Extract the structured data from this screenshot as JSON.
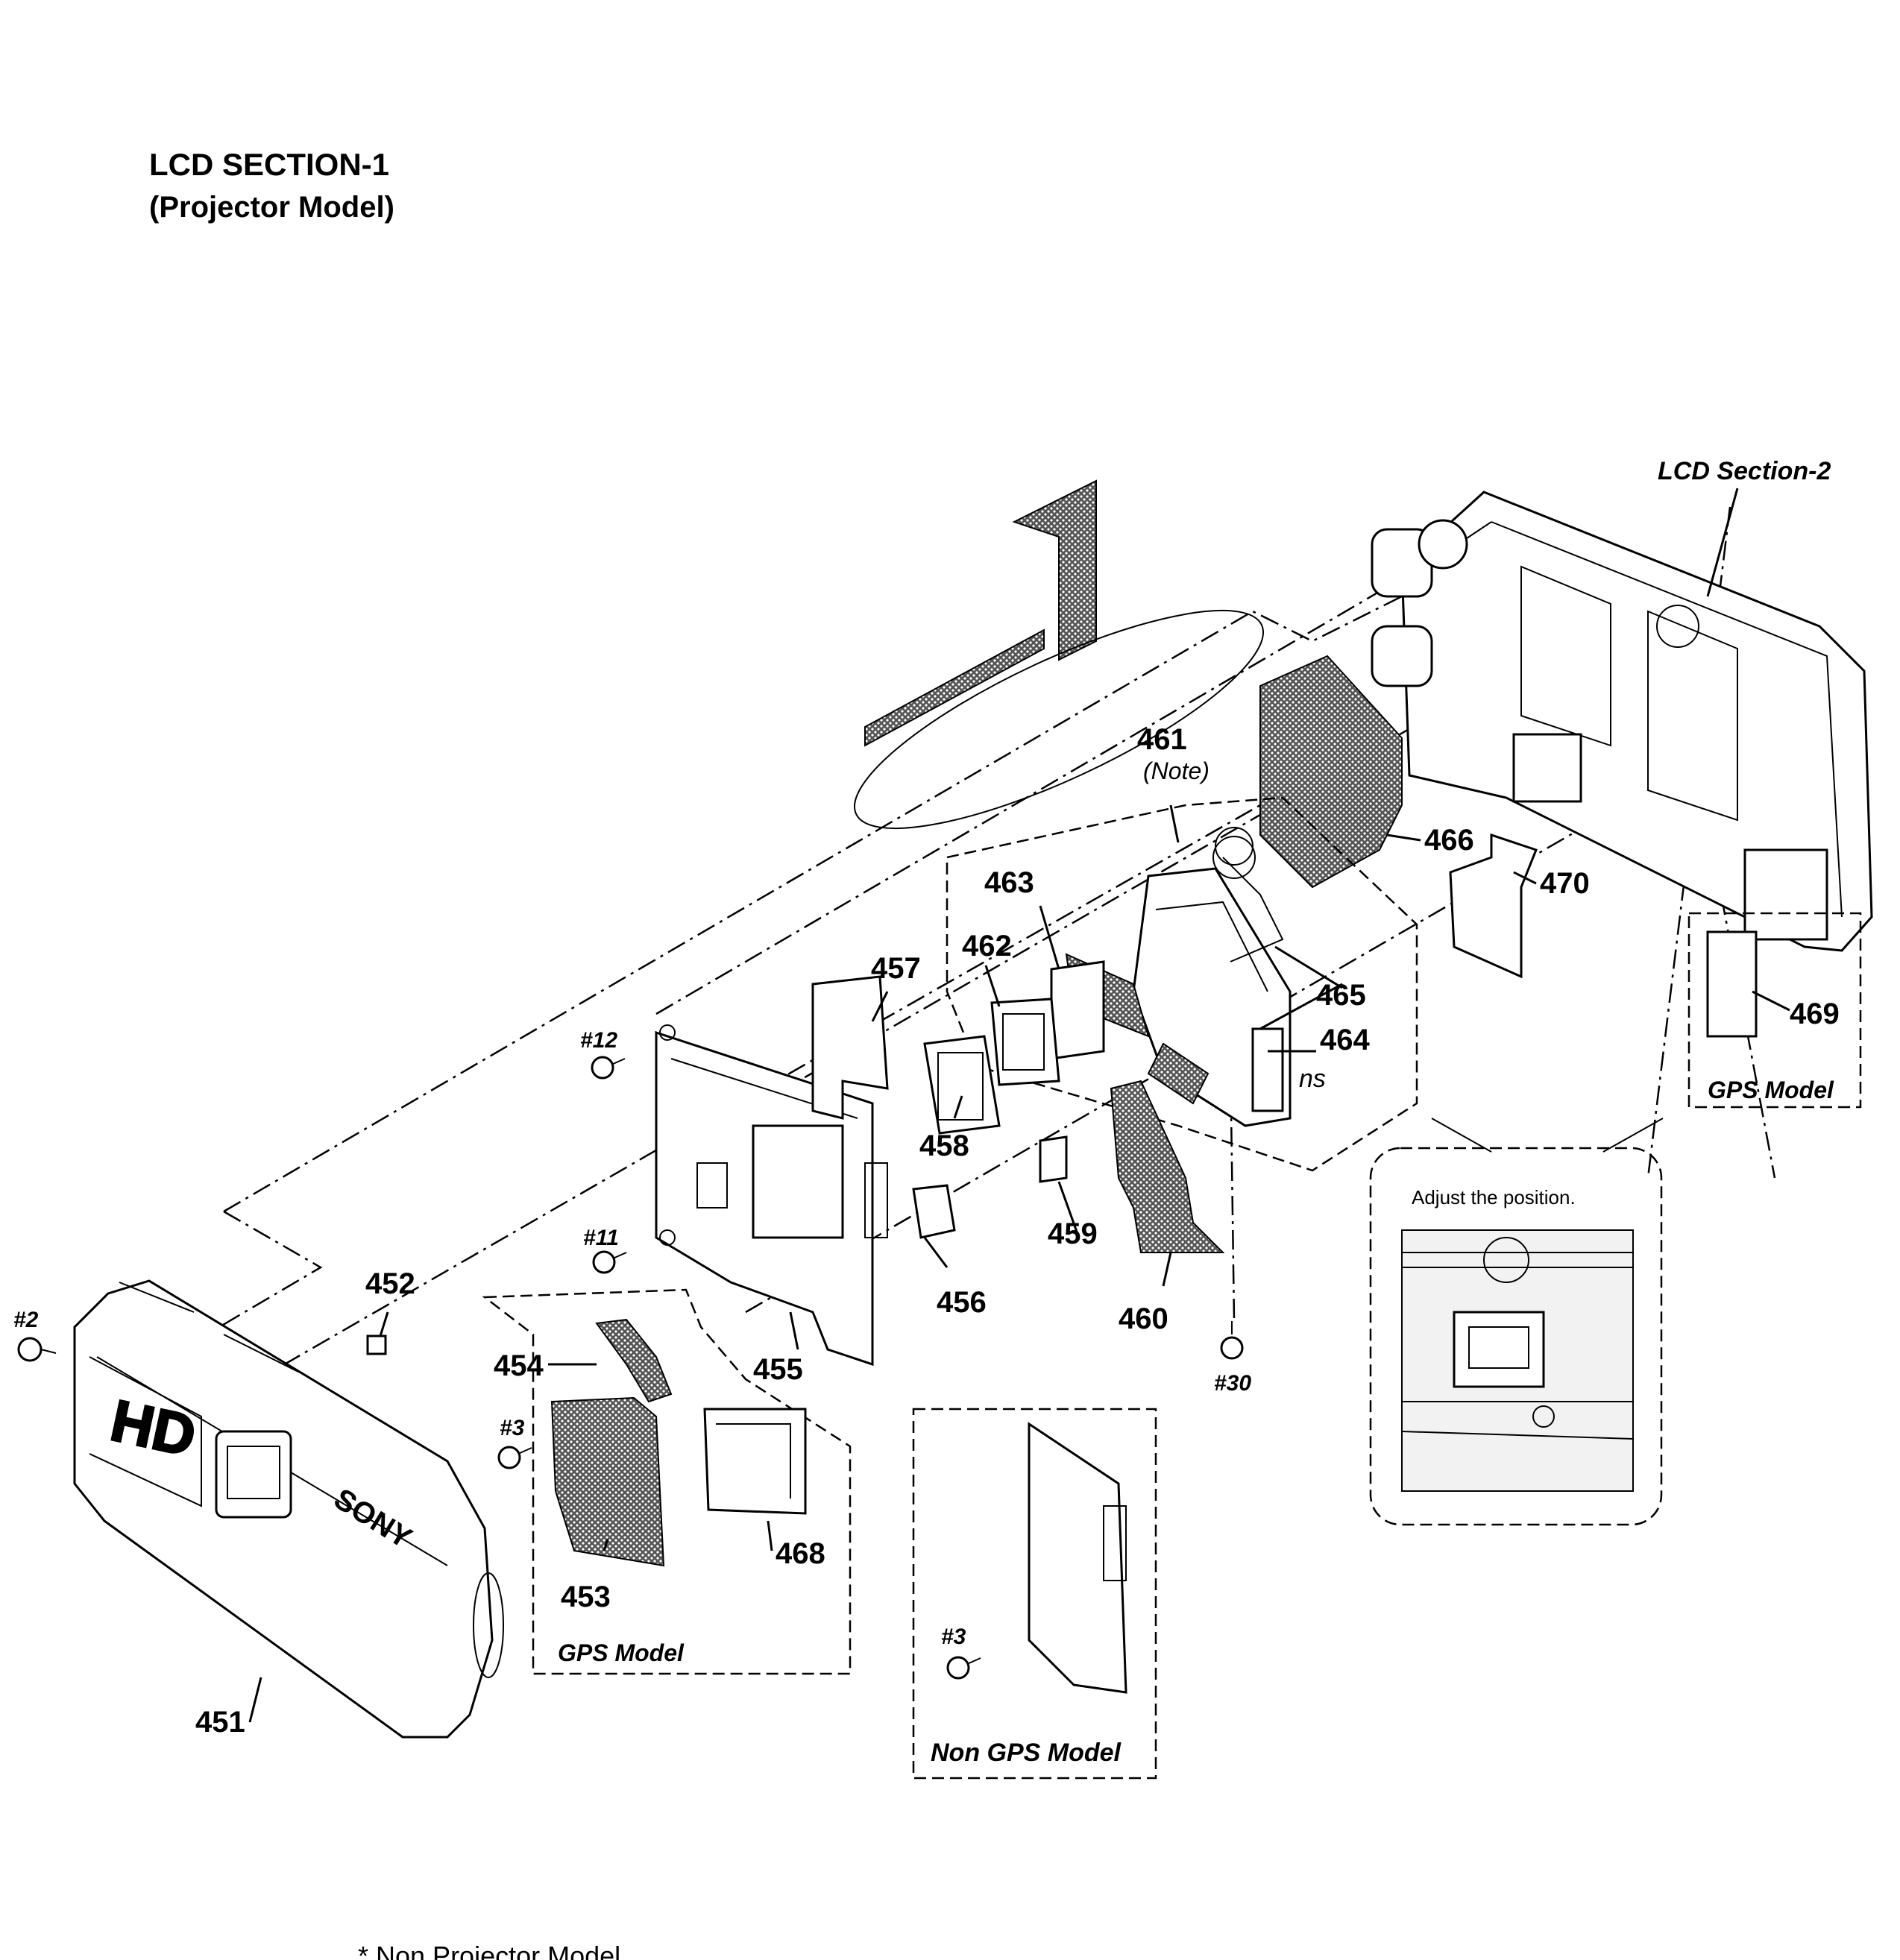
{
  "title": "LCD SECTION-1",
  "subtitle": "(Projector Model)",
  "callouts": {
    "lcd_section_2": "LCD Section-2",
    "note": "(Note)",
    "ns": "ns",
    "adjust": "Adjust the position.",
    "gps_model_left": "GPS Model",
    "gps_model_right": "GPS Model",
    "non_gps_model": "Non GPS Model"
  },
  "brand_marks": {
    "hd": "HD",
    "logo": "SONY"
  },
  "parts": {
    "p451": "451",
    "p452": "452",
    "p453": "453",
    "p454": "454",
    "p455": "455",
    "p456": "456",
    "p457": "457",
    "p458": "458",
    "p459": "459",
    "p460": "460",
    "p461": "461",
    "p462": "462",
    "p463": "463",
    "p464": "464",
    "p465": "465",
    "p466": "466",
    "p468": "468",
    "p469": "469",
    "p470": "470"
  },
  "screws": {
    "s2": "#2",
    "s3a": "#3",
    "s3b": "#3",
    "s11": "#11",
    "s12": "#12",
    "s30": "#30"
  },
  "footer_note": "* Non Projector Model"
}
